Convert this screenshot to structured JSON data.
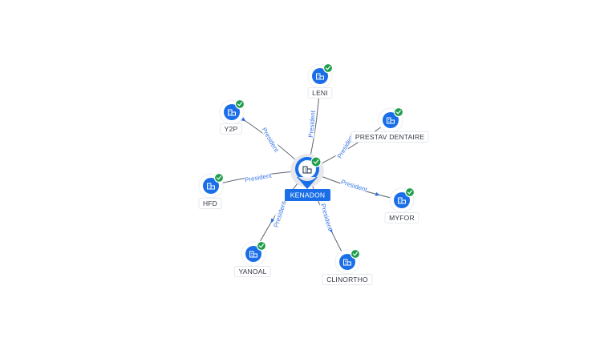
{
  "center": {
    "name": "KENADON",
    "icon": "building-icon",
    "verified_icon": "check-badge-icon"
  },
  "nodes": [
    {
      "id": "leni",
      "name": "LENI",
      "relation": "President"
    },
    {
      "id": "prestav-dentaire",
      "name": "PRESTAV DENTAIRE",
      "relation": "President"
    },
    {
      "id": "myfor",
      "name": "MYFOR",
      "relation": "President"
    },
    {
      "id": "clinortho",
      "name": "CLINORTHO",
      "relation": "President"
    },
    {
      "id": "yanoal",
      "name": "YANOAL",
      "relation": "President"
    },
    {
      "id": "hfd",
      "name": "HFD",
      "relation": "President"
    },
    {
      "id": "y2p",
      "name": "Y2P",
      "relation": "President"
    }
  ],
  "colors": {
    "node_fill": "#1a6fe8",
    "verified_badge": "#1e9e4a",
    "edge_label": "#3b78e6",
    "edge_line": "#5b6270"
  }
}
